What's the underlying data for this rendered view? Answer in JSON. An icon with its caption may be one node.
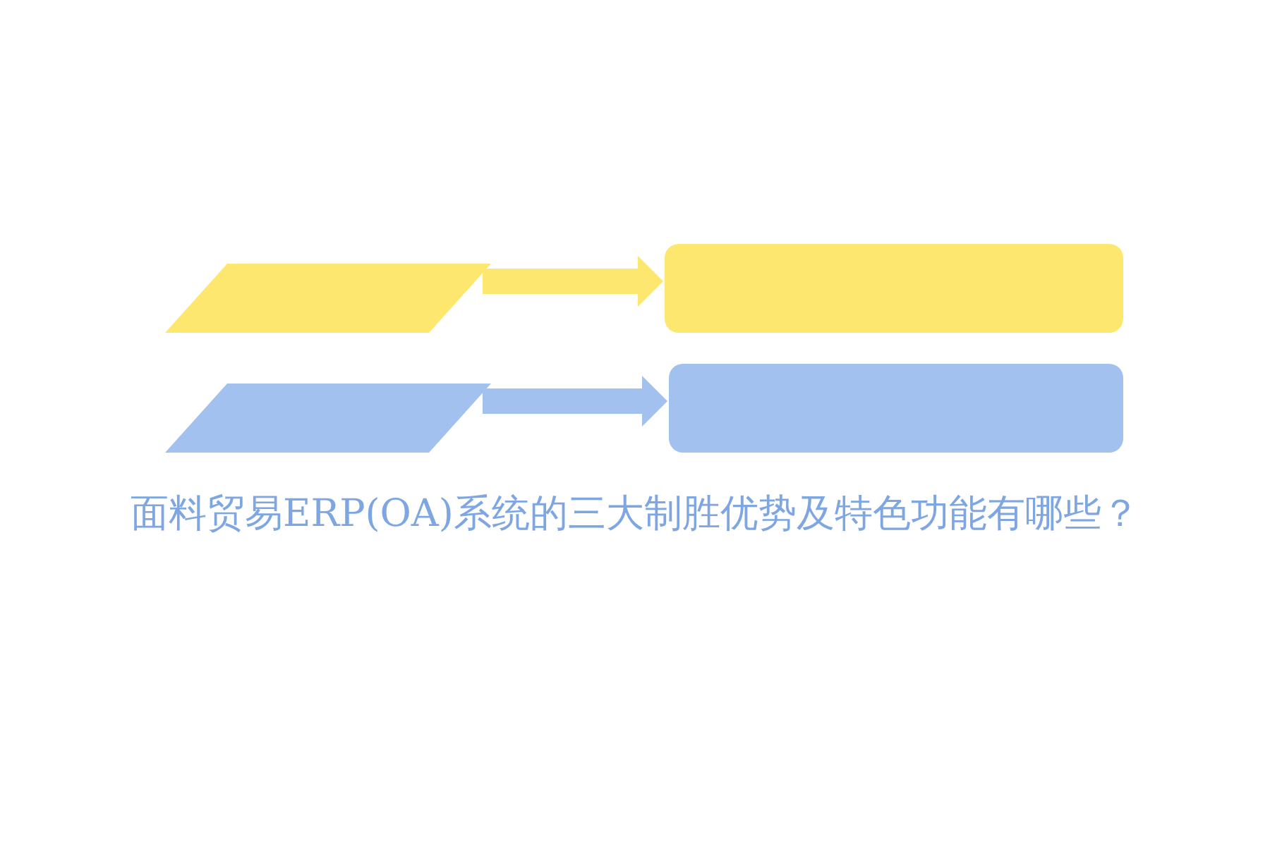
{
  "diagram": {
    "title": "面料贸易ERP(OA)系统的三大制胜优势及特色功能有哪些？",
    "nodes": [
      {
        "text": [],
        "shape": "parallelogram"
      },
      {
        "text": [],
        "shape": "box"
      },
      {
        "text": [],
        "shape": "parallelogram"
      },
      {
        "text": [],
        "shape": "box"
      }
    ],
    "edges": [
      {
        "from": 0,
        "to": 1,
        "arrow": "to",
        "color": "#fde76e"
      },
      {
        "from": 2,
        "to": 3,
        "arrow": "to",
        "color": "#a3c1ee"
      }
    ]
  }
}
